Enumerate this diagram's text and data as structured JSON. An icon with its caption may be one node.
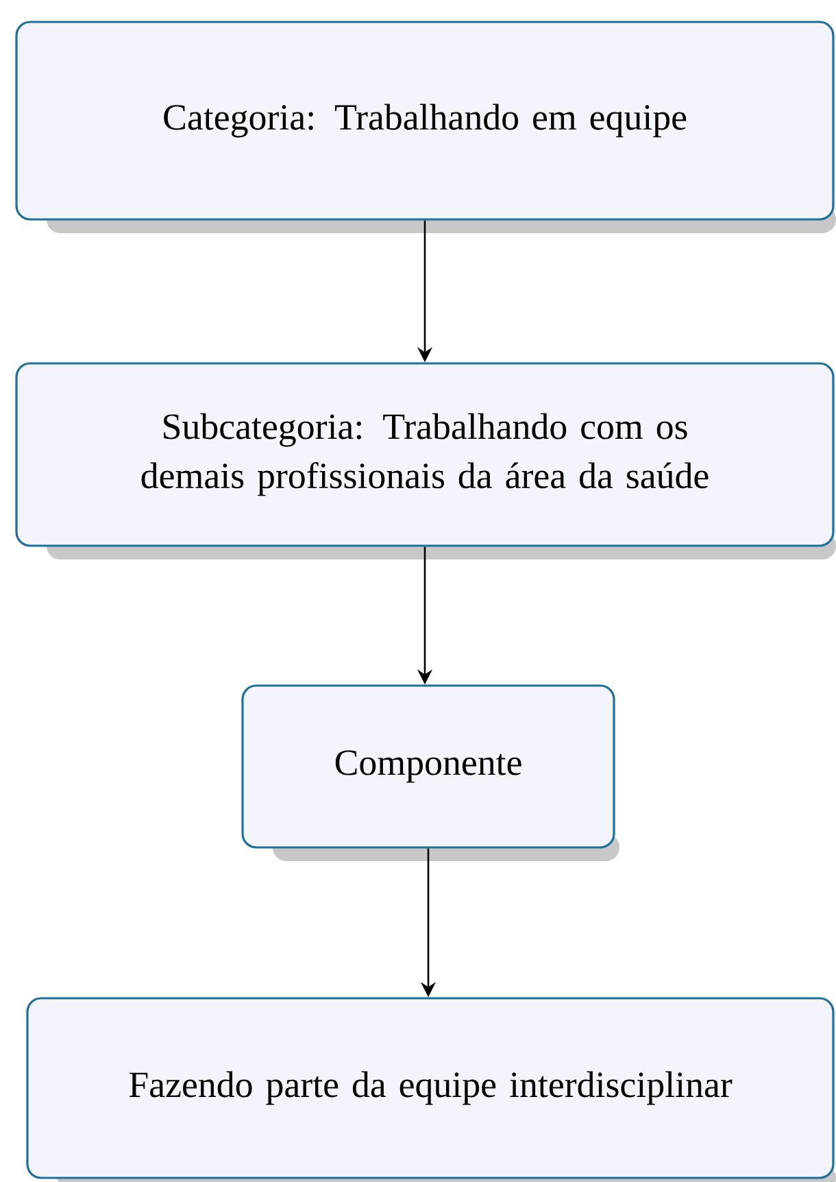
{
  "diagram": {
    "nodes": [
      {
        "text": [
          "Categoria: Trabalhando em equipe"
        ]
      },
      {
        "text": [
          "Subcategoria: Trabalhando com os demais profissionais da área da saúde"
        ]
      },
      {
        "text": [
          "Componente"
        ]
      },
      {
        "text": [
          "Fazendo parte da equipe interdisciplinar"
        ]
      }
    ],
    "edges": [
      {
        "from": 0,
        "to": 1,
        "arrow": "to"
      },
      {
        "from": 1,
        "to": 2,
        "arrow": "to"
      },
      {
        "from": 2,
        "to": 3,
        "arrow": "to"
      }
    ]
  }
}
